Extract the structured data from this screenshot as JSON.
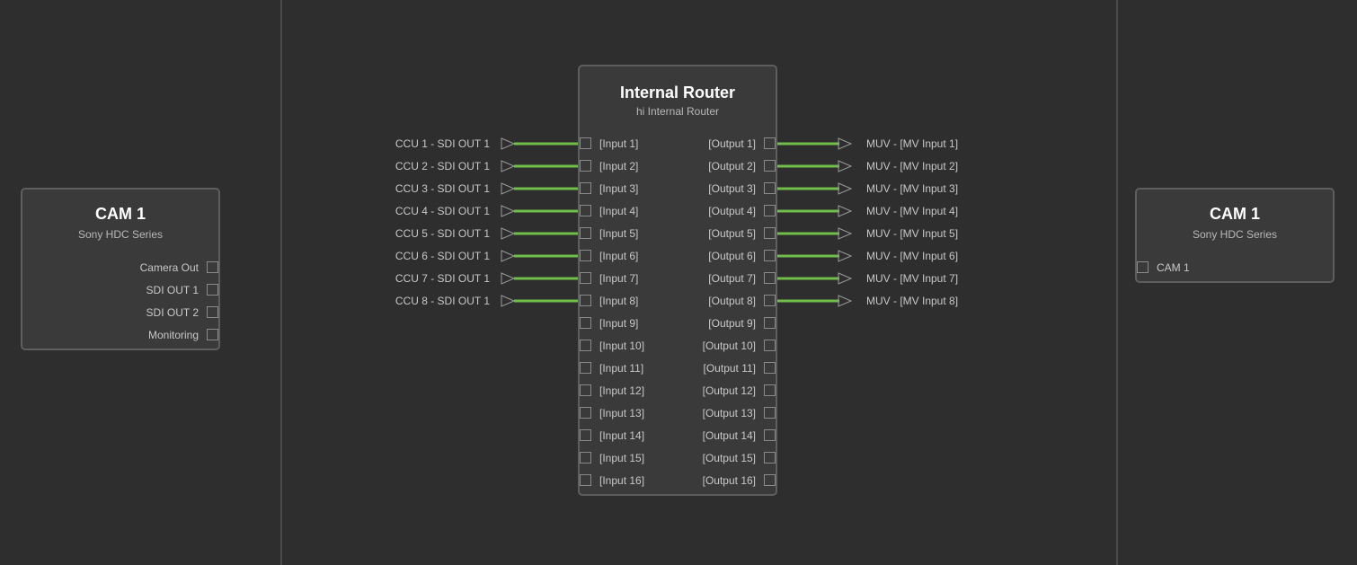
{
  "colors": {
    "background": "#2e2e2e",
    "node_fill": "#3a3a3a",
    "node_border": "#5e5e5e",
    "wire": "#6fbf4a",
    "port_border": "#8a8a8a"
  },
  "left_node": {
    "title": "CAM 1",
    "subtitle": "Sony HDC Series",
    "outputs": [
      "Camera Out",
      "SDI OUT 1",
      "SDI OUT 2",
      "Monitoring"
    ]
  },
  "right_node": {
    "title": "CAM 1",
    "subtitle": "Sony HDC Series",
    "inputs": [
      "CAM 1"
    ]
  },
  "router": {
    "title": "Internal Router",
    "subtitle": "hi Internal Router",
    "inputs": [
      "[Input 1]",
      "[Input 2]",
      "[Input 3]",
      "[Input 4]",
      "[Input 5]",
      "[Input 6]",
      "[Input 7]",
      "[Input 8]",
      "[Input 9]",
      "[Input 10]",
      "[Input 11]",
      "[Input 12]",
      "[Input 13]",
      "[Input 14]",
      "[Input 15]",
      "[Input 16]"
    ],
    "outputs": [
      "[Output 1]",
      "[Output 2]",
      "[Output 3]",
      "[Output 4]",
      "[Output 5]",
      "[Output 6]",
      "[Output 7]",
      "[Output 8]",
      "[Output 9]",
      "[Output 10]",
      "[Output 11]",
      "[Output 12]",
      "[Output 13]",
      "[Output 14]",
      "[Output 15]",
      "[Output 16]"
    ],
    "input_sources": [
      "CCU 1 - SDI OUT 1",
      "CCU 2 - SDI OUT 1",
      "CCU 3 - SDI OUT 1",
      "CCU 4 - SDI OUT 1",
      "CCU 5 - SDI OUT 1",
      "CCU 6 - SDI OUT 1",
      "CCU 7 - SDI OUT 1",
      "CCU 8 - SDI OUT 1"
    ],
    "output_destinations": [
      "MUV - [MV Input 1]",
      "MUV - [MV Input 2]",
      "MUV - [MV Input 3]",
      "MUV - [MV Input 4]",
      "MUV - [MV Input 5]",
      "MUV - [MV Input 6]",
      "MUV - [MV Input 7]",
      "MUV - [MV Input 8]"
    ]
  }
}
